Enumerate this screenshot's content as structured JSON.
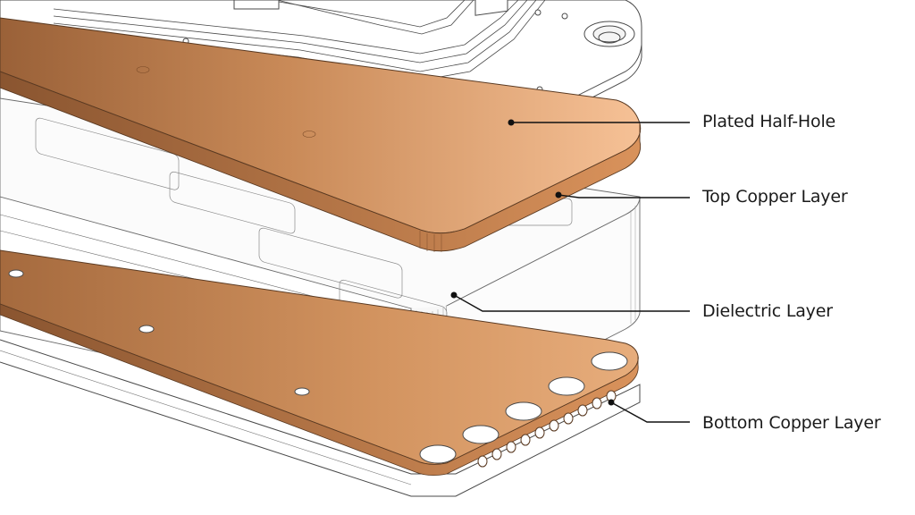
{
  "callouts": {
    "plated_half_hole": "Plated Half-Hole",
    "top_copper_layer": "Top Copper Layer",
    "dielectric_layer": "Dielectric Layer",
    "bottom_copper_layer": "Bottom Copper Layer"
  },
  "colors": {
    "copper_light": "#f3b98c",
    "copper_mid": "#d8955f",
    "copper_dark": "#8f5a34",
    "line": "#4a4a4a",
    "leader": "#111111",
    "background": "#ffffff"
  }
}
